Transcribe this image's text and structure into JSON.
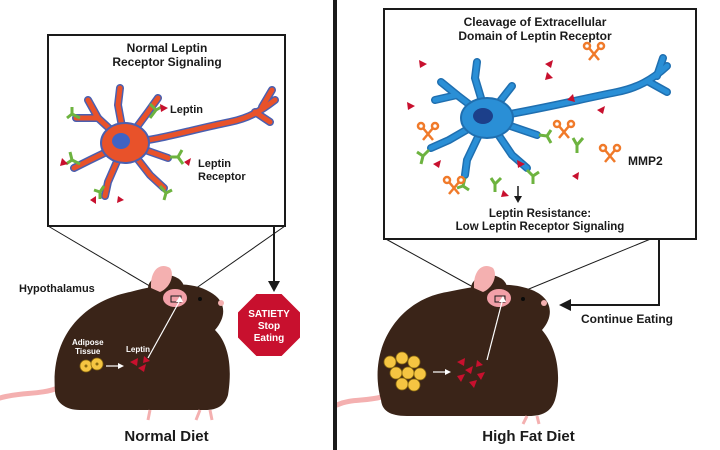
{
  "left": {
    "inset_title_line1": "Normal Leptin",
    "inset_title_line2": "Receptor Signaling",
    "label_leptin": "Leptin",
    "label_receptor_line1": "Leptin",
    "label_receptor_line2": "Receptor",
    "label_hypothalamus": "Hypothalamus",
    "label_adipose_line1": "Adipose",
    "label_adipose_line2": "Tissue",
    "label_leptin_body": "Leptin",
    "stop_sign": {
      "line1": "SATIETY",
      "line2": "Stop",
      "line3": "Eating",
      "color": "#c8102e"
    },
    "caption": "Normal Diet"
  },
  "right": {
    "inset_title_line1": "Cleavage of Extracellular",
    "inset_title_line2": "Domain of Leptin Receptor",
    "label_mmp2": "MMP2",
    "resistance_line1": "Leptin Resistance:",
    "resistance_line2": "Low Leptin Receptor Signaling",
    "label_continue": "Continue Eating",
    "caption": "High Fat Diet"
  },
  "colors": {
    "neuron_normal": "#e8522a",
    "neuron_normal_outline": "#4a5fb0",
    "neuron_resistant": "#2a8fd6",
    "leptin": "#c8102e",
    "receptor": "#6db33f",
    "mmp2": "#f07a2a",
    "mouse": "#3a2418",
    "fat": "#f5c542"
  }
}
